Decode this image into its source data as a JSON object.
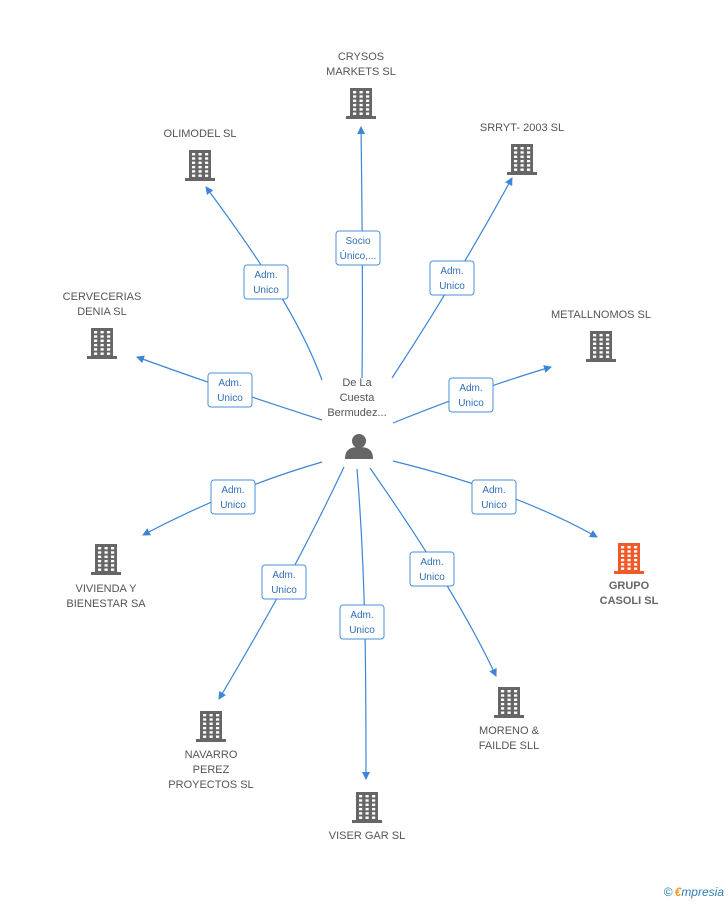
{
  "center": {
    "name_lines": [
      "De La",
      "Cuesta",
      "Bermudez..."
    ]
  },
  "companies": [
    {
      "id": "crysos",
      "lines": [
        "CRYSOS",
        "MARKETS SL"
      ],
      "highlight": false
    },
    {
      "id": "olimodel",
      "lines": [
        "OLIMODEL SL"
      ],
      "highlight": false
    },
    {
      "id": "srryt",
      "lines": [
        "SRRYT- 2003 SL"
      ],
      "highlight": false
    },
    {
      "id": "cervecerias",
      "lines": [
        "CERVECERIAS",
        "DENIA SL"
      ],
      "highlight": false
    },
    {
      "id": "metallnomos",
      "lines": [
        "METALLNOMOS SL"
      ],
      "highlight": false
    },
    {
      "id": "vivienda",
      "lines": [
        "VIVIENDA Y",
        "BIENESTAR SA"
      ],
      "highlight": false
    },
    {
      "id": "grupo",
      "lines": [
        "GRUPO",
        "CASOLI SL"
      ],
      "highlight": true
    },
    {
      "id": "navarro",
      "lines": [
        "NAVARRO",
        "PEREZ",
        "PROYECTOS SL"
      ],
      "highlight": false
    },
    {
      "id": "moreno",
      "lines": [
        "MORENO &",
        "FAILDE SLL"
      ],
      "highlight": false
    },
    {
      "id": "viser",
      "lines": [
        "VISER GAR SL"
      ],
      "highlight": false
    }
  ],
  "edges": [
    {
      "to": "crysos",
      "role": [
        "Socio",
        "Único,..."
      ]
    },
    {
      "to": "olimodel",
      "role": [
        "Adm.",
        "Unico"
      ]
    },
    {
      "to": "srryt",
      "role": [
        "Adm.",
        "Unico"
      ]
    },
    {
      "to": "cervecerias",
      "role": [
        "Adm.",
        "Unico"
      ]
    },
    {
      "to": "metallnomos",
      "role": [
        "Adm.",
        "Unico"
      ]
    },
    {
      "to": "vivienda",
      "role": [
        "Adm.",
        "Unico"
      ]
    },
    {
      "to": "grupo",
      "role": [
        "Adm.",
        "Unico"
      ]
    },
    {
      "to": "navarro",
      "role": [
        "Adm.",
        "Unico"
      ]
    },
    {
      "to": "moreno",
      "role": [
        "Adm.",
        "Unico"
      ]
    },
    {
      "to": "viser",
      "role": [
        "Adm.",
        "Unico"
      ]
    }
  ],
  "watermark": {
    "copyright": "©",
    "brand_first": "€",
    "brand_rest": "mpresia"
  }
}
